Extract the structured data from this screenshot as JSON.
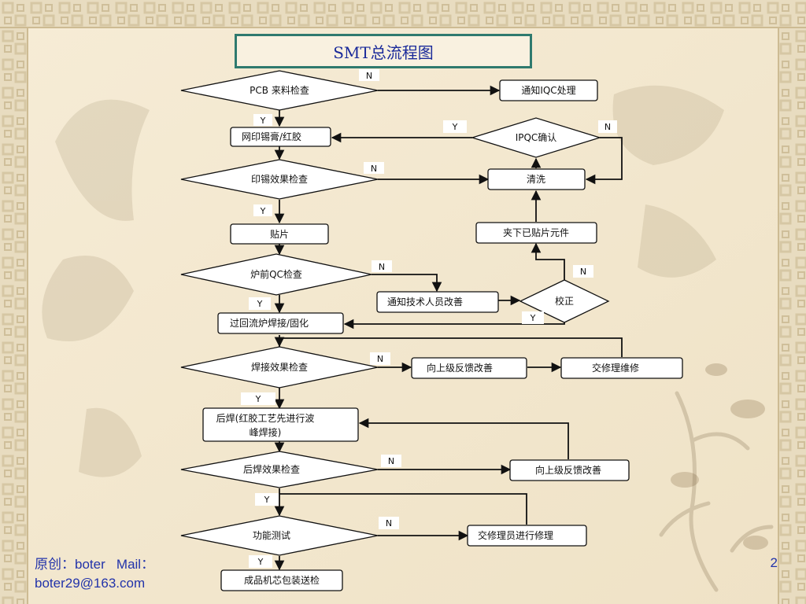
{
  "title": "SMT总流程图",
  "footer": {
    "credit_line1": "原创：boter   Mail：",
    "credit_line2": "boter29@163.com",
    "page_number": "2"
  },
  "nodes": {
    "pcb_check": "PCB 来料检查",
    "notify_iqc": "通知IQC处理",
    "print_paste": "网印锡膏/红胶",
    "ipqc_confirm": "IPQC确认",
    "print_check": "印锡效果检查",
    "clean": "清洗",
    "mount": "贴片",
    "remove_parts": "夹下已贴片元件",
    "preoven_qc": "炉前QC检查",
    "notify_tech": "通知技术人员改善",
    "correct": "校正",
    "reflow": "过回流炉焊接/固化",
    "solder_check": "焊接效果检查",
    "feedback_up1": "向上级反馈改善",
    "repair1": "交修理维修",
    "post_solder_1": "后焊(红胶工艺先进行波",
    "post_solder_2": "峰焊接)",
    "post_check": "后焊效果检查",
    "feedback_up2": "向上级反馈改善",
    "function_test": "功能测试",
    "repair2": "交修理员进行修理",
    "pack": "成品机芯包装送检"
  },
  "labels": {
    "n1": "N",
    "y1": "Y",
    "y_ipqc": "Y",
    "n_ipqc": "N",
    "n2": "N",
    "y2": "Y",
    "n3": "N",
    "n_correct": "N",
    "y3": "Y",
    "y_correct": "Y",
    "n4": "N",
    "y4": "Y",
    "n5": "N",
    "y5": "Y",
    "n6": "N",
    "y6": "Y"
  }
}
